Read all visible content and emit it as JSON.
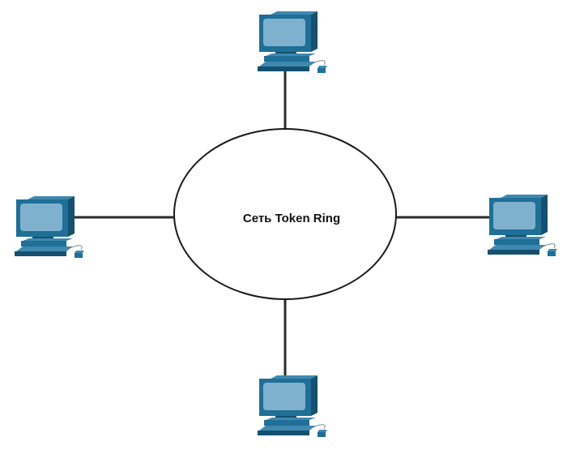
{
  "diagram": {
    "ring_label": "Сеть Token Ring",
    "nodes": [
      {
        "id": "top",
        "icon": "workstation-icon"
      },
      {
        "id": "left",
        "icon": "workstation-icon"
      },
      {
        "id": "right",
        "icon": "workstation-icon"
      },
      {
        "id": "bottom",
        "icon": "workstation-icon"
      }
    ],
    "colors": {
      "device_body": "#1f6f96",
      "device_dark": "#15506e",
      "device_screen": "#7fb1cf",
      "link": "#2b2b2b",
      "ring_stroke": "#1a1a1a"
    }
  }
}
